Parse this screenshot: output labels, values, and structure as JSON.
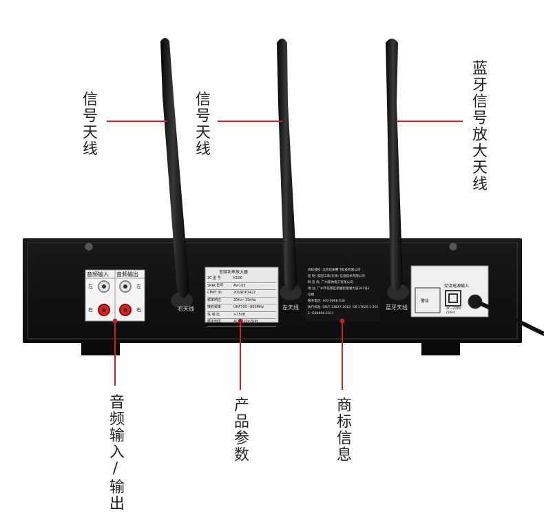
{
  "callouts": {
    "antenna1": "信号天线",
    "antenna2": "信号天线",
    "antenna3": "蓝牙信号放大天线",
    "audio_io": "音频输入/输出",
    "product_params": "产品参数",
    "brand_info": "商标信息"
  },
  "panel": {
    "jack_headers": {
      "input": "音频输入",
      "output": "音频输出"
    },
    "channel_left": "左",
    "channel_right": "右",
    "antenna_labels": {
      "right": "右天线",
      "left": "左天线",
      "bluetooth": "蓝牙天线"
    },
    "spec_label": {
      "title": "音频功率放大器",
      "rows": [
        {
          "k": "3C 型 号",
          "v": "K100"
        },
        {
          "k": "SRRC型号",
          "v": "AV-103"
        },
        {
          "k": "CMIIT ID:",
          "v": "2019DP1422"
        },
        {
          "k": "频率响应",
          "v": "20Hz~15kHz"
        },
        {
          "k": "接收频率",
          "v": "UHF700~800MHz"
        },
        {
          "k": "信 噪 比",
          "v": "≥75dB"
        },
        {
          "k": "额定电压",
          "v": "AC~220V/50H"
        }
      ]
    },
    "brand_label": {
      "lines": [
        "商标授权: 北京信振腾飞科技有限公司",
        "监    制: 美国工场(天津) 信息技术有限公司",
        "制 造 商: 广州家地电子有限公司",
        "地    址: 广州市花都区新雅街镜湖大道197号2",
        "号楼",
        "服务电话: 400-0968-538",
        "执行标准: GB/T 13837-2012; GB 17625.1-201",
        "2; GB8898-2011"
      ]
    },
    "power_section": {
      "title": "交流电源输入",
      "warning": "警告",
      "rating": "AC~220V /50Hz"
    }
  }
}
